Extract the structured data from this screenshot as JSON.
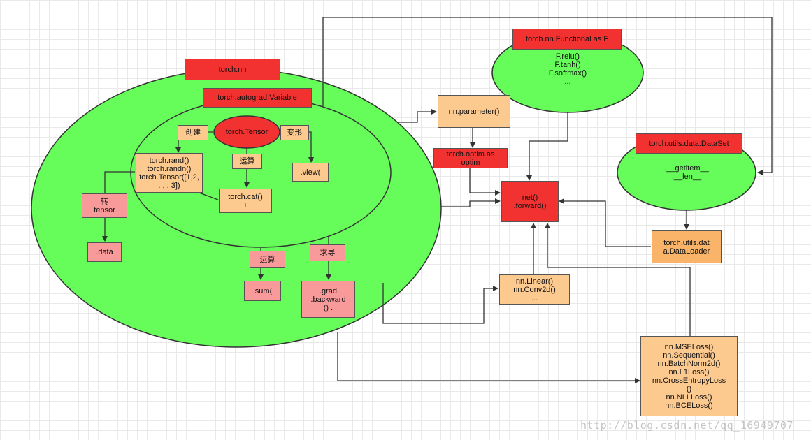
{
  "nodes": {
    "torch_nn": "torch.nn",
    "autograd_variable": "torch.autograd.Variable",
    "torch_tensor": "torch.Tensor",
    "create": "创建",
    "transform": "变形",
    "compute_inner": "运算",
    "tensor_creation": "torch.rand()\ntorch.randn()\ntorch.Tensor([1,2,\n.       ,   ,  3])",
    "torch_cat": "torch.cat()\n+",
    "view": ".view(",
    "to_tensor": "转\ntensor",
    "data": ".data",
    "compute_outer": "运算",
    "derivative": "求导",
    "sum": ".sum(",
    "grad_backward": ".grad\n.backward\n()      .",
    "functional": "torch.nn.Functional as F",
    "functional_items": "F.relu()\nF.tanh()\nF.softmax()\n...",
    "nn_parameter": "nn.parameter()",
    "torch_optim": "torch.optim as\noptim",
    "net_forward": "net()\n.forward()",
    "dataset": "torch.utils.data.DataSet",
    "dataset_items": ".__getitem__\n.__len__",
    "dataloader": "torch.utils.dat\na.DataLoader",
    "nn_linear": "nn.Linear()\nnn.Conv2d()\n...",
    "loss_list": "nn.MSELoss()\nnn.Sequential()\nnn.BatchNorm2d()\nnn.L1Loss()\nnn.CrossEntropyLoss\n()\nnn.NLLLoss()\nnn.BCELoss()"
  },
  "watermark": "http://blog.csdn.net/qq_16949707",
  "colors": {
    "ellipse_green": "#66fc5a",
    "box_red": "#f23131",
    "box_orange": "#fcc98f",
    "box_dark_orange": "#f9b469",
    "box_pink": "#f89a9a",
    "line": "#333333"
  }
}
